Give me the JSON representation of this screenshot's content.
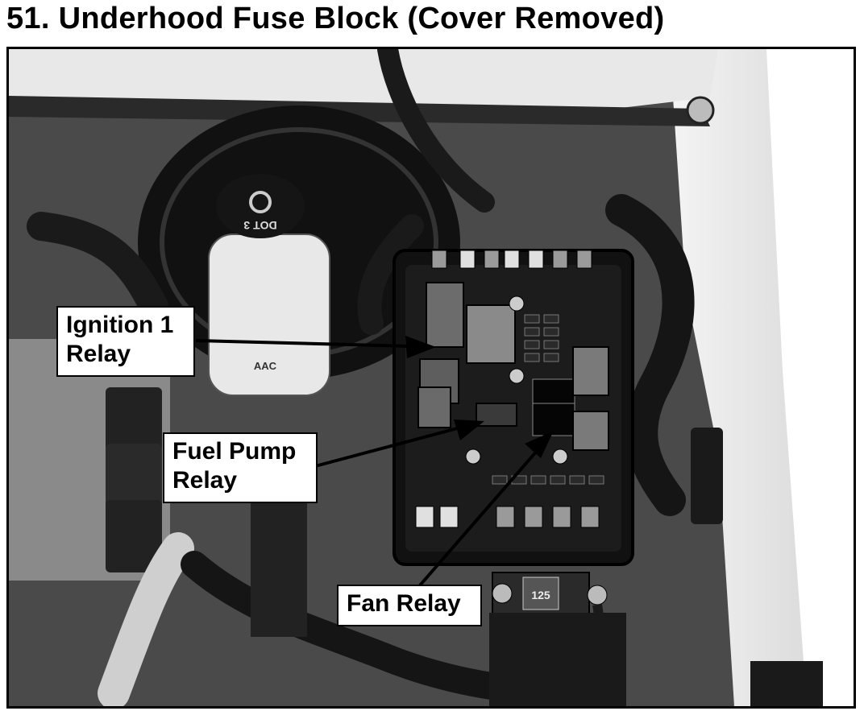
{
  "page": {
    "title": "51. Underhood Fuse Block (Cover Removed)"
  },
  "photo": {
    "reservoir_cap_text": "DOT 3",
    "reservoir_label": "AAC",
    "fuse_label": "125"
  },
  "callouts": {
    "ignition1": {
      "line1": "Ignition 1",
      "line2": "Relay"
    },
    "fuel_pump": {
      "line1": "Fuel Pump",
      "line2": "Relay"
    },
    "fan": {
      "line1": "Fan Relay"
    }
  }
}
